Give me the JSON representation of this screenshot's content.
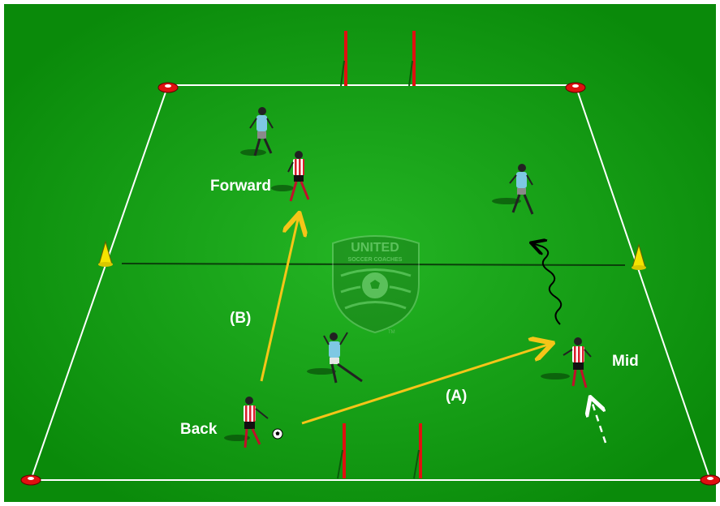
{
  "diagram": {
    "player_labels": {
      "forward": "Forward",
      "back": "Back",
      "mid": "Mid"
    },
    "pass_labels": {
      "a": "(A)",
      "b": "(B)"
    },
    "logo": {
      "top_text": "UNITED",
      "sub_text": "SOCCER COACHES",
      "mark": "TM"
    },
    "colors": {
      "pitch": "#0a8a0a",
      "pitch_light": "#22b422",
      "lines": "#ffffff",
      "goal_posts": "#e01010",
      "pass_arrows": "#f5c518",
      "team_red_white": "#d81e2c",
      "team_light_blue": "#7ec8e3",
      "cones": "#f5e400",
      "corner_markers": "#e01010"
    }
  }
}
